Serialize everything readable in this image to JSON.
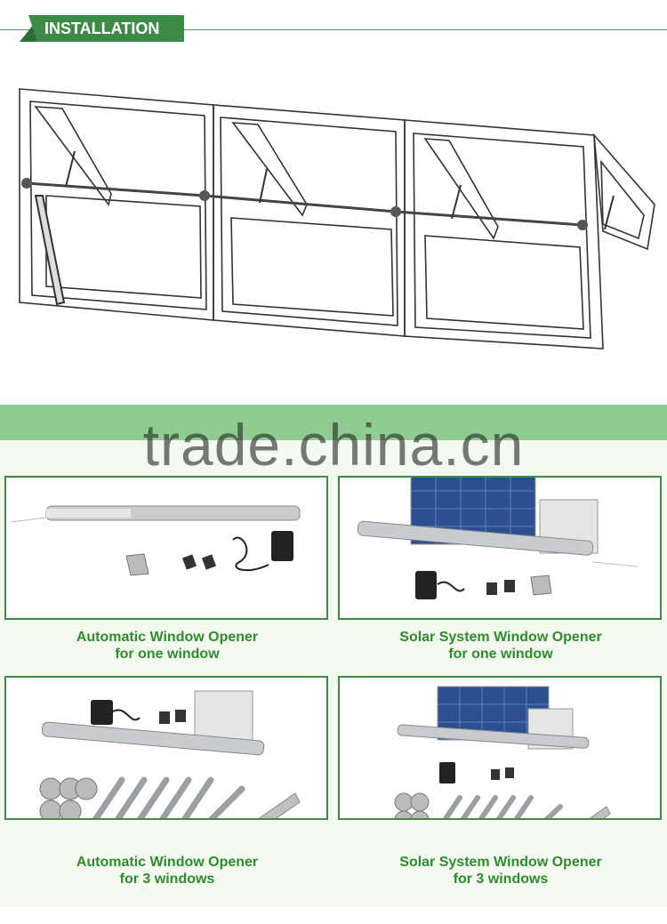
{
  "header": {
    "title": "INSTALLATION"
  },
  "watermark": "trade.china.cn",
  "products": [
    {
      "line1": "Automatic Window Opener",
      "line2": "for one window"
    },
    {
      "line1": "Solar System Window Opener",
      "line2": "for one window"
    },
    {
      "line1": "Automatic Window Opener",
      "line2": "for 3 windows"
    },
    {
      "line1": "Solar System Window Opener",
      "line2": "for 3 windows"
    }
  ],
  "colors": {
    "accent": "#3e8a47",
    "caption": "#2e8b2e",
    "band": "#8fcc8f",
    "panel_bg": "#f4faef"
  }
}
